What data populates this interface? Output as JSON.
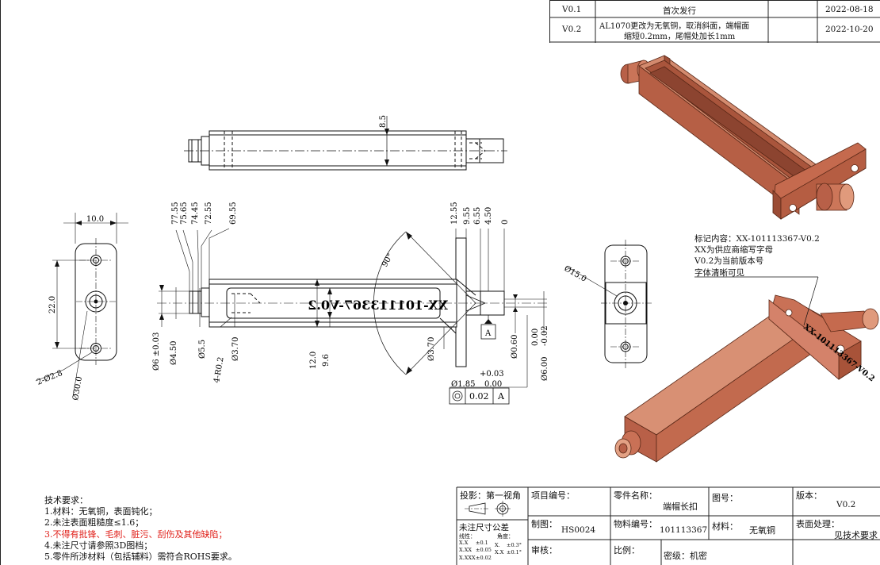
{
  "revisions": [
    {
      "ver": "V0.1",
      "desc_lines": [
        "首次发行"
      ],
      "date": "2022-08-18"
    },
    {
      "ver": "V0.2",
      "desc_lines": [
        "AL1070更改为无氧铜，取消斜面，端帽面",
        "缩短0.2mm，尾帽处加长1mm"
      ],
      "date": "2022-10-20"
    }
  ],
  "marking_note": {
    "lines": [
      "标记内容：XX-101113367-V0.2",
      "XX为供应商缩写字母",
      "V0.2为当前版本号",
      "字体清晰可见"
    ]
  },
  "engraving": "XX-101113367-V0.2",
  "dims": {
    "top_height": "8.5",
    "left_width": "10.0",
    "left_pitch": "22.0",
    "left_holes": "2-Ø2.8",
    "left_dia30": "Ø30.0",
    "pos_labels": [
      "77.55",
      "75.65",
      "74.45",
      "72.55",
      "69.55"
    ],
    "right_pos_labels": [
      "12.55",
      "9.55",
      "6.55",
      "4.50",
      "0"
    ],
    "angle": "90°",
    "d6": "Ø6 ±0.03",
    "d450": "Ø4.50",
    "d55": "Ø5.5",
    "d370a": "Ø3.70",
    "r02": "4-R0.2",
    "h120": "12.0",
    "h96": "9.6",
    "d370b": "Ø3.70",
    "d060": "Ø0.60",
    "d600": "Ø6.00",
    "tol_plus": "0.00",
    "tol_minus": "-0.02",
    "d185": "Ø1.85",
    "d185_plus": "+0.03",
    "d185_minus": "0.00",
    "datum": "A",
    "fcf_value": "0.02",
    "fcf_datum": "A",
    "d150": "Ø15.0"
  },
  "tech_req": {
    "title": "技术要求：",
    "items": [
      {
        "text": "1.材料：无氧铜，表面钝化；",
        "red": false
      },
      {
        "text": "2.未注表面粗糙度≤1.6；",
        "red": false
      },
      {
        "text": "3.不得有批锋、毛刺、脏污、刮伤及其他缺陷；",
        "red": true
      },
      {
        "text": "4.未注尺寸请参照3D图档；",
        "red": false
      },
      {
        "text": "5.零件所涉材料（包括辅料）需符合ROHS要求。",
        "red": false
      }
    ]
  },
  "title_block": {
    "projection": "投影：第一视角",
    "tol_title": "未注尺寸公差",
    "tol_linear": "线性：",
    "tol_angle": "角度：",
    "tol_rows": [
      {
        "k": "X.X",
        "v": "±0.1",
        "ak": "X.",
        "av": "±0.3°"
      },
      {
        "k": "X.XX",
        "v": "±0.05",
        "ak": "X.X",
        "av": "±0.1°"
      },
      {
        "k": "X.XXX",
        "v": "±0.02",
        "ak": "",
        "av": ""
      }
    ],
    "project_no_label": "项目编号：",
    "part_name_label": "零件名称：",
    "part_name": "端帽长扣",
    "drawing_no_label": "图号：",
    "version_label": "版本：",
    "version": "V0.2",
    "maker_label": "制图：",
    "maker": "HS0024",
    "material_no_label": "物料编号：",
    "material_no": "101113367",
    "material_label": "材料：",
    "material": "无氧铜",
    "surface_label": "表面处理：",
    "surface": "见技术要求",
    "review_label": "审核：",
    "scale_label": "比例：",
    "secret": "密级：机密"
  },
  "colors": {
    "copper": "#c56a4e",
    "copper_dark": "#8e4630",
    "copper_light": "#e09a7c",
    "red_text": "#e0201a"
  }
}
